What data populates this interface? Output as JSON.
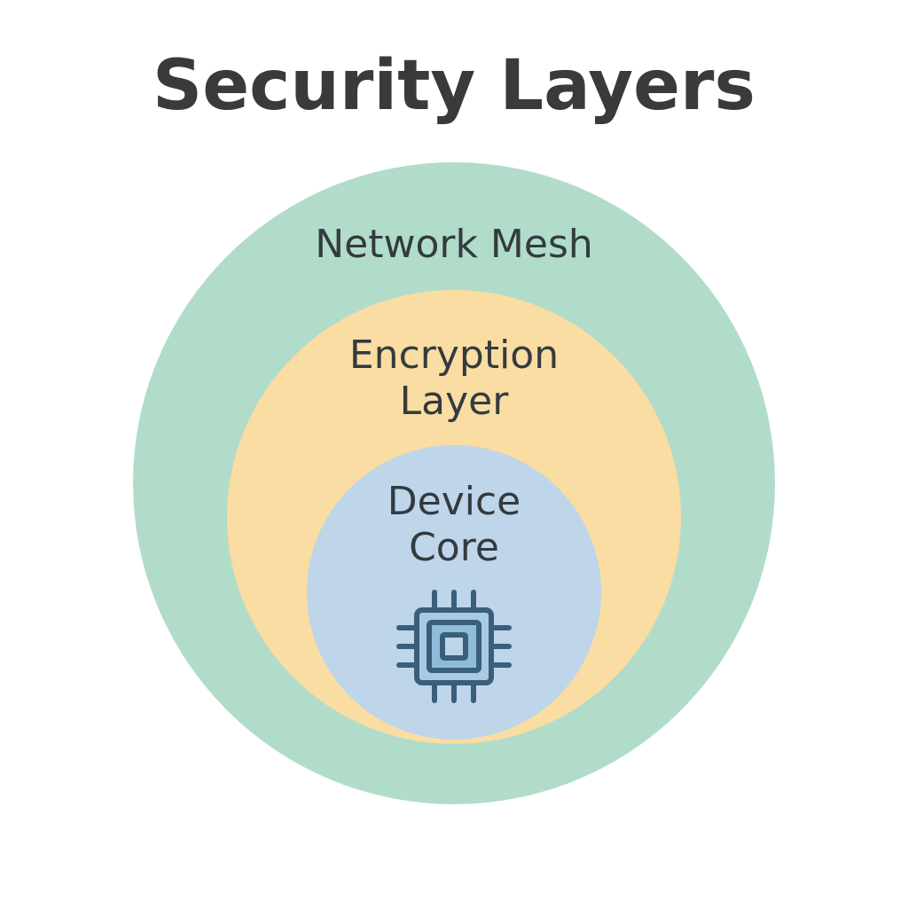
{
  "title": "Security Layers",
  "layers": {
    "outer": {
      "label": "Network Mesh",
      "color": "#b1dcca"
    },
    "middle": {
      "label_line1": "Encryption",
      "label_line2": "Layer",
      "color": "#f9dda2"
    },
    "inner": {
      "label_line1": "Device",
      "label_line2": "Core",
      "color": "#bed5ea"
    }
  },
  "icon": {
    "name": "chip-icon",
    "stroke": "#3b5f7a",
    "fill": "#8fbcd9"
  }
}
